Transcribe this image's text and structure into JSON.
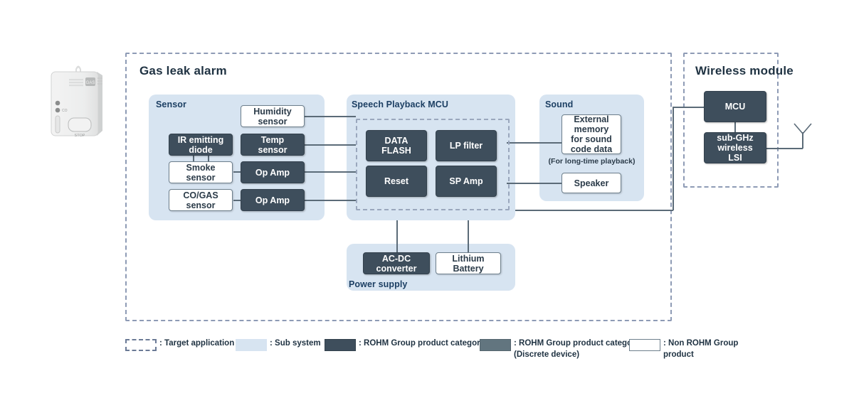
{
  "diagram": {
    "title_gas": "Gas leak alarm",
    "title_wireless": "Wireless module",
    "device_photo": {
      "name": "gas-leak-alarm-device",
      "badge_label": "GAS",
      "led_label": "CO",
      "button_label": "STOP"
    },
    "subsystems": {
      "sensor": {
        "label": "Sensor"
      },
      "mcu": {
        "label": "Speech Playback MCU"
      },
      "sound": {
        "label": "Sound",
        "note": "(For long-time playback)"
      },
      "power": {
        "label": "Power supply"
      }
    },
    "blocks": {
      "humidity_sensor": {
        "label": "Humidity\nsensor",
        "kind": "non-rohm"
      },
      "ir_emitting_diode": {
        "label": "IR emitting\ndiode",
        "kind": "rohm"
      },
      "temp_sensor": {
        "label": "Temp\nsensor",
        "kind": "rohm"
      },
      "smoke_sensor": {
        "label": "Smoke\nsensor",
        "kind": "non-rohm"
      },
      "op_amp_1": {
        "label": "Op Amp",
        "kind": "rohm"
      },
      "co_gas_sensor": {
        "label": "CO/GAS\nsensor",
        "kind": "non-rohm"
      },
      "op_amp_2": {
        "label": "Op Amp",
        "kind": "rohm"
      },
      "data_flash": {
        "label": "DATA\nFLASH",
        "kind": "rohm"
      },
      "lp_filter": {
        "label": "LP filter",
        "kind": "rohm"
      },
      "reset": {
        "label": "Reset",
        "kind": "rohm"
      },
      "sp_amp": {
        "label": "SP Amp",
        "kind": "rohm"
      },
      "external_memory": {
        "label": "External\nmemory\nfor sound\ncode data",
        "kind": "non-rohm"
      },
      "speaker": {
        "label": "Speaker",
        "kind": "non-rohm"
      },
      "ac_dc_converter": {
        "label": "AC-DC\nconverter",
        "kind": "rohm"
      },
      "lithium_battery": {
        "label": "Lithium\nBattery",
        "kind": "non-rohm"
      },
      "wireless_mcu": {
        "label": "MCU",
        "kind": "rohm"
      },
      "sub_ghz_wireless_lsi": {
        "label": "sub-GHz\nwireless\nLSI",
        "kind": "rohm"
      }
    },
    "legend": [
      {
        "swatch": "dashed",
        "text": ": Target application"
      },
      {
        "swatch": "sub",
        "text": ": Sub system"
      },
      {
        "swatch": "dark",
        "text": ": ROHM Group product category"
      },
      {
        "swatch": "grey",
        "text": ": ROHM Group product category\n  (Discrete device)"
      },
      {
        "swatch": "white",
        "text": ": Non ROHM Group product"
      }
    ],
    "colors": {
      "dark_block": "#3e4e5c",
      "grey_block": "#62757f",
      "sub_system": "#d7e4f1",
      "dashed_border": "#8e9bb5",
      "line": "#5b6b78",
      "title": "#1f3242",
      "subsystem_label": "#1c3f63"
    }
  }
}
